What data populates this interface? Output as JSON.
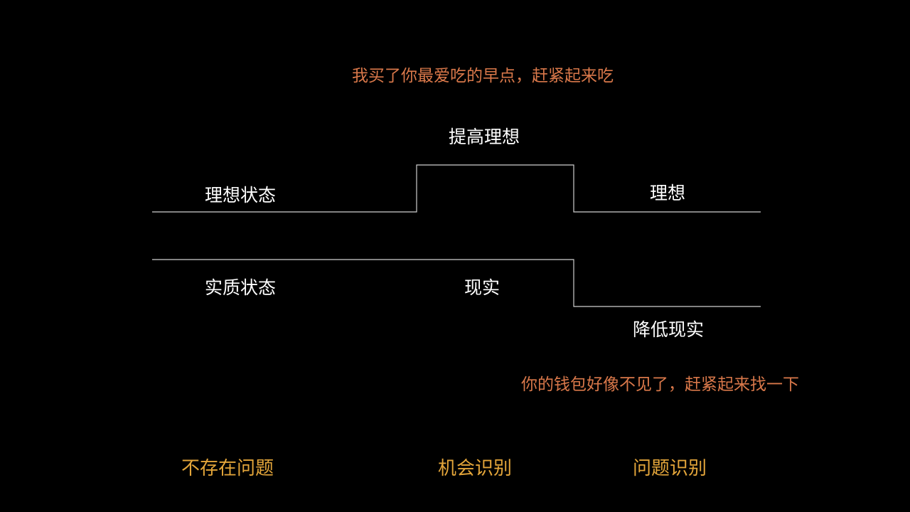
{
  "colors": {
    "background": "#000000",
    "line": "#cfcfcf",
    "label": "#ffffff",
    "example": "#d9784a",
    "category": "#e3a53a"
  },
  "examples": {
    "top": "我买了你最爱吃的早点，赶紧起来吃",
    "bottom": "你的钱包好像不见了，赶紧起来找一下"
  },
  "labels": {
    "raise_ideal": "提高理想",
    "ideal_state": "理想状态",
    "ideal": "理想",
    "actual_state": "实质状态",
    "reality": "现实",
    "lower_reality": "降低现实"
  },
  "categories": {
    "no_problem": "不存在问题",
    "opportunity": "机会识别",
    "problem": "问题识别"
  }
}
